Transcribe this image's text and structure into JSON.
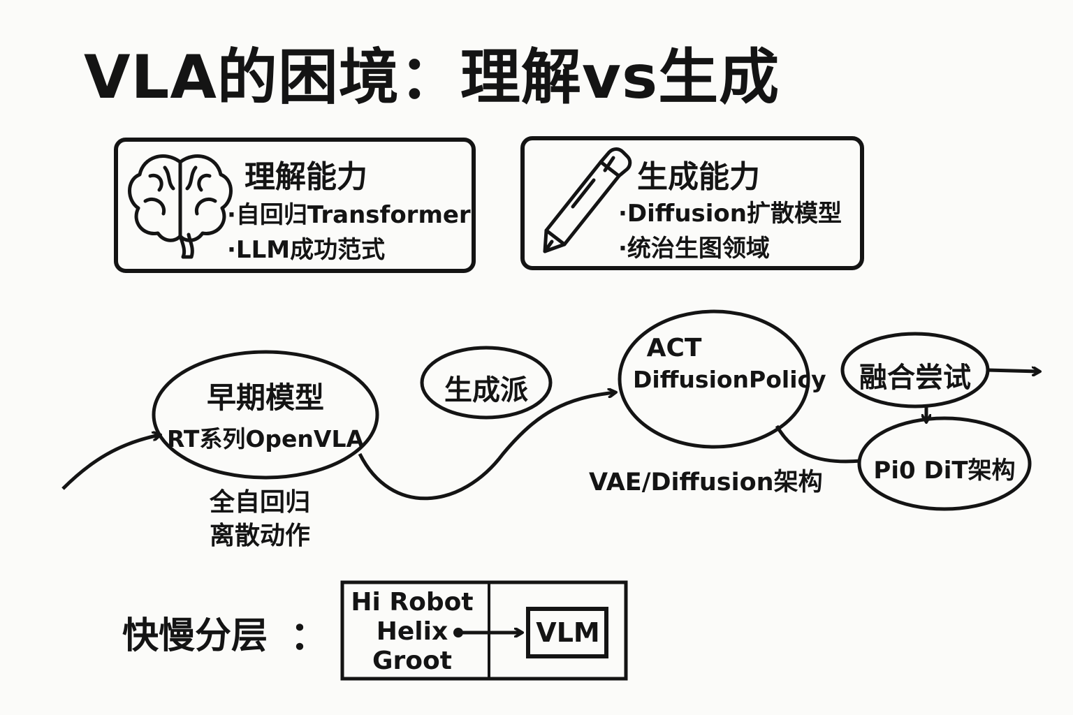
{
  "title": "VLA的困境：理解vs生成",
  "understanding": {
    "title": "理解能力",
    "items": [
      "·自回归Transformer",
      "·LLM成功范式"
    ],
    "icon": "brain-icon"
  },
  "generation": {
    "title": "生成能力",
    "items": [
      "·Diffusion扩散模型",
      "·统治生图领域"
    ],
    "icon": "pencil-icon"
  },
  "nodes": {
    "early": {
      "title": "早期模型",
      "subtitle": "RT系列OpenVLA",
      "note_line1": "全自回归",
      "note_line2": "离散动作"
    },
    "gen_school": {
      "label": "生成派"
    },
    "act": {
      "line1": "ACT",
      "line2": "DiffusionPolicy",
      "note": "VAE/Diffusion架构"
    },
    "fusion": {
      "label": "融合尝试"
    },
    "pi0": {
      "label": "Pi0 DiT架构"
    }
  },
  "layering": {
    "label": "快慢分层",
    "colon": "：",
    "models": [
      "Hi Robot",
      "Helix",
      "Groot"
    ],
    "target": "VLM"
  }
}
